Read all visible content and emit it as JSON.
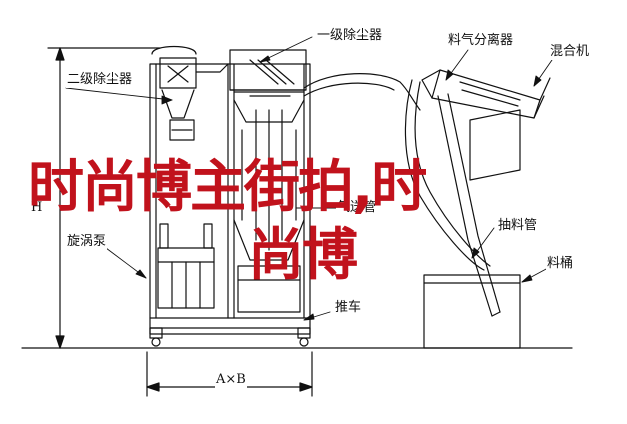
{
  "labels": {
    "stage1_dust_collector": "一级除尘器",
    "stage2_dust_collector": "二级除尘器",
    "material_separator": "料气分离器",
    "mixer": "混合机",
    "vortex_pump": "旋涡泵",
    "conveying_pipe": "气送管",
    "suction_pipe": "抽料管",
    "material_bucket": "料桶",
    "push_cart": "推车",
    "width_dimension": "A×B",
    "height_dimension": "H"
  },
  "overlay": {
    "line1": "时尚博主街拍,时",
    "line2": "尚博"
  },
  "colors": {
    "overlay_red": "#c1121c",
    "line": "#111111",
    "background": "#ffffff"
  }
}
